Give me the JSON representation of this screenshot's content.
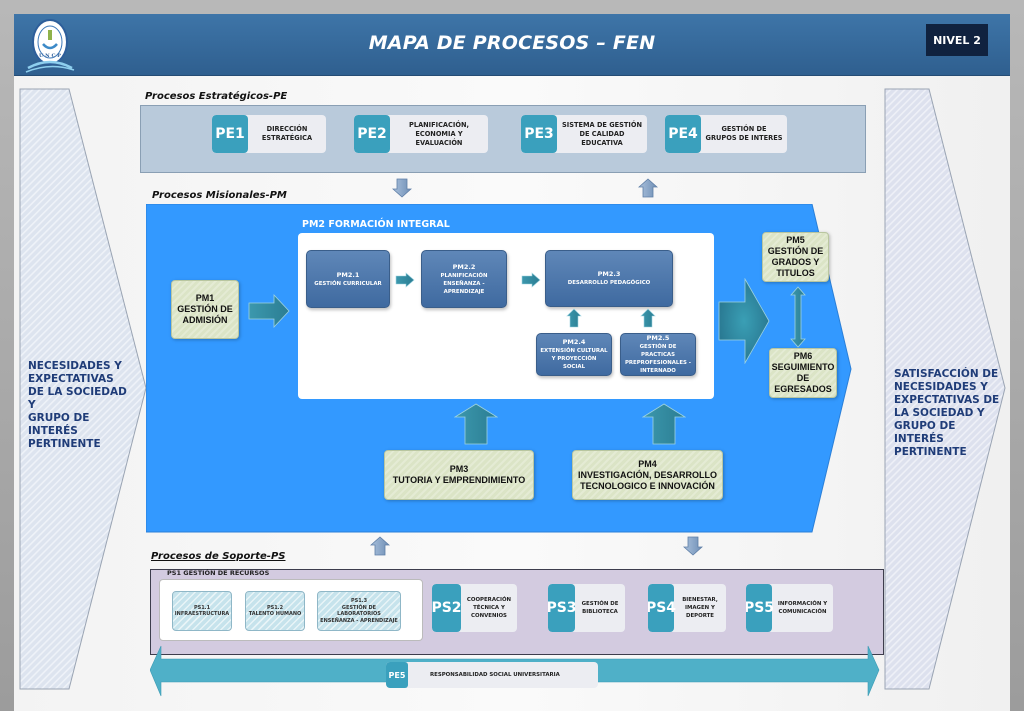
{
  "header": {
    "title": "MAPA DE PROCESOS – FEN",
    "level_badge": "NIVEL 2",
    "logo": {
      "icon": "university-seal-icon",
      "text": "U N C P"
    }
  },
  "left_input": {
    "text": "NECESIDADES Y EXPECTATIVAS DE LA SOCIEDAD Y GRUPO DE INTERÉS PERTINENTE",
    "lines": [
      "NECESIDADES Y",
      "EXPECTATIVAS",
      "DE LA SOCIEDAD Y",
      "GRUPO DE",
      "INTERÉS",
      "PERTINENTE"
    ]
  },
  "right_output": {
    "text": "SATISFACCIÓN DE NECESIDADES Y EXPECTATIVAS DE LA SOCIEDAD Y GRUPO DE INTERÉS PERTINENTE",
    "lines": [
      "SATISFACCIÓN DE",
      "NECESIDADES Y",
      "EXPECTATIVAS DE",
      "LA SOCIEDAD Y",
      "GRUPO DE INTERÉS",
      "PERTINENTE"
    ]
  },
  "estrategicos": {
    "label": "Procesos Estratégicos-PE",
    "items": [
      {
        "code": "PE1",
        "name": "DIRECCIÓN ESTRATÉGICA"
      },
      {
        "code": "PE2",
        "name": "PLANIFICACIÓN, ECONOMIA Y EVALUACIÓN"
      },
      {
        "code": "PE3",
        "name": "SISTEMA DE GESTIÓN DE CALIDAD EDUCATIVA"
      },
      {
        "code": "PE4",
        "name": "GESTIÓN DE GRUPOS DE INTERES"
      }
    ]
  },
  "misionales": {
    "label": "Procesos Misionales-PM",
    "pm1": {
      "code": "PM1",
      "name": "GESTIÓN DE ADMISIÓN"
    },
    "pm2": {
      "title": "PM2 FORMACIÓN INTEGRAL",
      "items": [
        {
          "code": "PM2.1",
          "name": "GESTIÓN CURRICULAR"
        },
        {
          "code": "PM2.2",
          "name": "PLANIFICACIÓN ENSEÑANZA - APRENDIZAJE"
        },
        {
          "code": "PM2.3",
          "name": "DESARROLLO PEDAGÓGICO"
        },
        {
          "code": "PM2.4",
          "name": "EXTENSIÓN CULTURAL Y PROYECCIÓN SOCIAL"
        },
        {
          "code": "PM2.5",
          "name": "GESTIÓN DE PRACTICAS PREPROFESIONALES - INTERNADO"
        }
      ]
    },
    "pm3": {
      "code": "PM3",
      "name": "TUTORIA Y EMPRENDIMIENTO"
    },
    "pm4": {
      "code": "PM4",
      "name": "INVESTIGACIÓN, DESARROLLO TECNOLOGICO E INNOVACIÓN"
    },
    "pm5": {
      "code": "PM5",
      "name": "GESTIÓN DE GRADOS Y TITULOS"
    },
    "pm6": {
      "code": "PM6",
      "name": "SEGUIMIENTO DE EGRESADOS"
    }
  },
  "soporte": {
    "label": "Procesos de Soporte-PS",
    "ps1": {
      "title": "PS1 GESTIÓN DE RECURSOS",
      "items": [
        {
          "code": "PS1.1",
          "name": "INFRAESTRUCTURA"
        },
        {
          "code": "PS1.2",
          "name": "TALENTO HUMANO"
        },
        {
          "code": "PS1.3",
          "name": "GESTIÓN DE LABORATORIOS ENSEÑANZA - APRENDIZAJE"
        }
      ]
    },
    "items": [
      {
        "code": "PS2",
        "name": "COOPERACIÓN TÉCNICA Y CONVENIOS"
      },
      {
        "code": "PS3",
        "name": "GESTIÓN DE BIBLIOTECA"
      },
      {
        "code": "PS4",
        "name": "BIENESTAR, IMAGEN Y DEPORTE"
      },
      {
        "code": "PS5",
        "name": "INFORMACIÓN Y COMUNICACIÓN"
      }
    ]
  },
  "transversal": {
    "code": "PE5",
    "name": "RESPONSABILIDAD SOCIAL UNIVERSITARIA"
  },
  "colors": {
    "header": "#3e75a8",
    "badge": "#10223f",
    "misional_band": "#3399ff",
    "tile_code": "#3aa0bd",
    "green_box": "#dbe4c6",
    "blue_box": "#4f78ad",
    "support_band": "#d3cbe0",
    "strategic_band": "#b9cadb",
    "side_text": "#1f3c78"
  }
}
